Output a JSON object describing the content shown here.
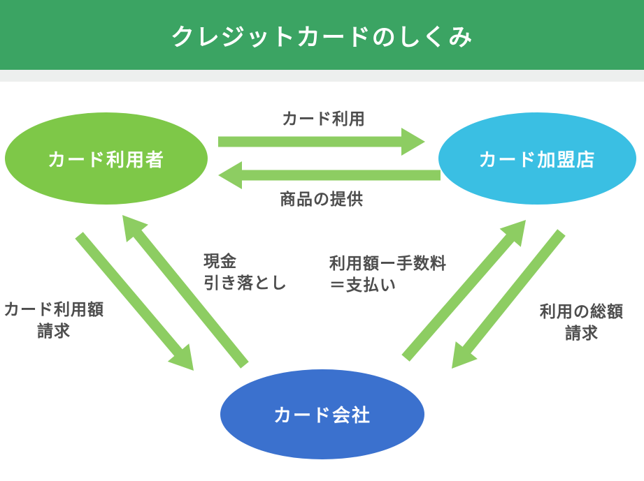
{
  "title": "クレジットカードのしくみ",
  "colors": {
    "header_green": "#3BA463",
    "divider_gray": "#EDEFEE",
    "node_green": "#7EC848",
    "node_cyan": "#3ABFE3",
    "node_blue": "#3B71CE",
    "arrow_green": "#8DCD62",
    "label_gray": "#4D4D4D",
    "node_text": "#FFFFFF"
  },
  "nodes": [
    {
      "id": "card-user",
      "label": "カード利用者",
      "color": "#7EC848"
    },
    {
      "id": "card-merchant",
      "label": "カード加盟店",
      "color": "#3ABFE3"
    },
    {
      "id": "card-company",
      "label": "カード会社",
      "color": "#3B71CE"
    }
  ],
  "flows": [
    {
      "id": "card-use",
      "label": "カード利用",
      "from": "カード利用者",
      "to": "カード加盟店"
    },
    {
      "id": "goods",
      "label": "商品の提供",
      "from": "カード加盟店",
      "to": "カード利用者"
    },
    {
      "id": "usage-billing",
      "label": "カード利用額\n請求",
      "from": "カード会社",
      "to": "カード利用者"
    },
    {
      "id": "cash-debit",
      "label": "現金\n引き落とし",
      "from": "カード利用者",
      "to": "カード会社"
    },
    {
      "id": "payment",
      "label": "利用額ー手数料\n＝支払い",
      "from": "カード会社",
      "to": "カード加盟店"
    },
    {
      "id": "total-billing",
      "label": "利用の総額\n請求",
      "from": "カード加盟店",
      "to": "カード会社"
    }
  ]
}
